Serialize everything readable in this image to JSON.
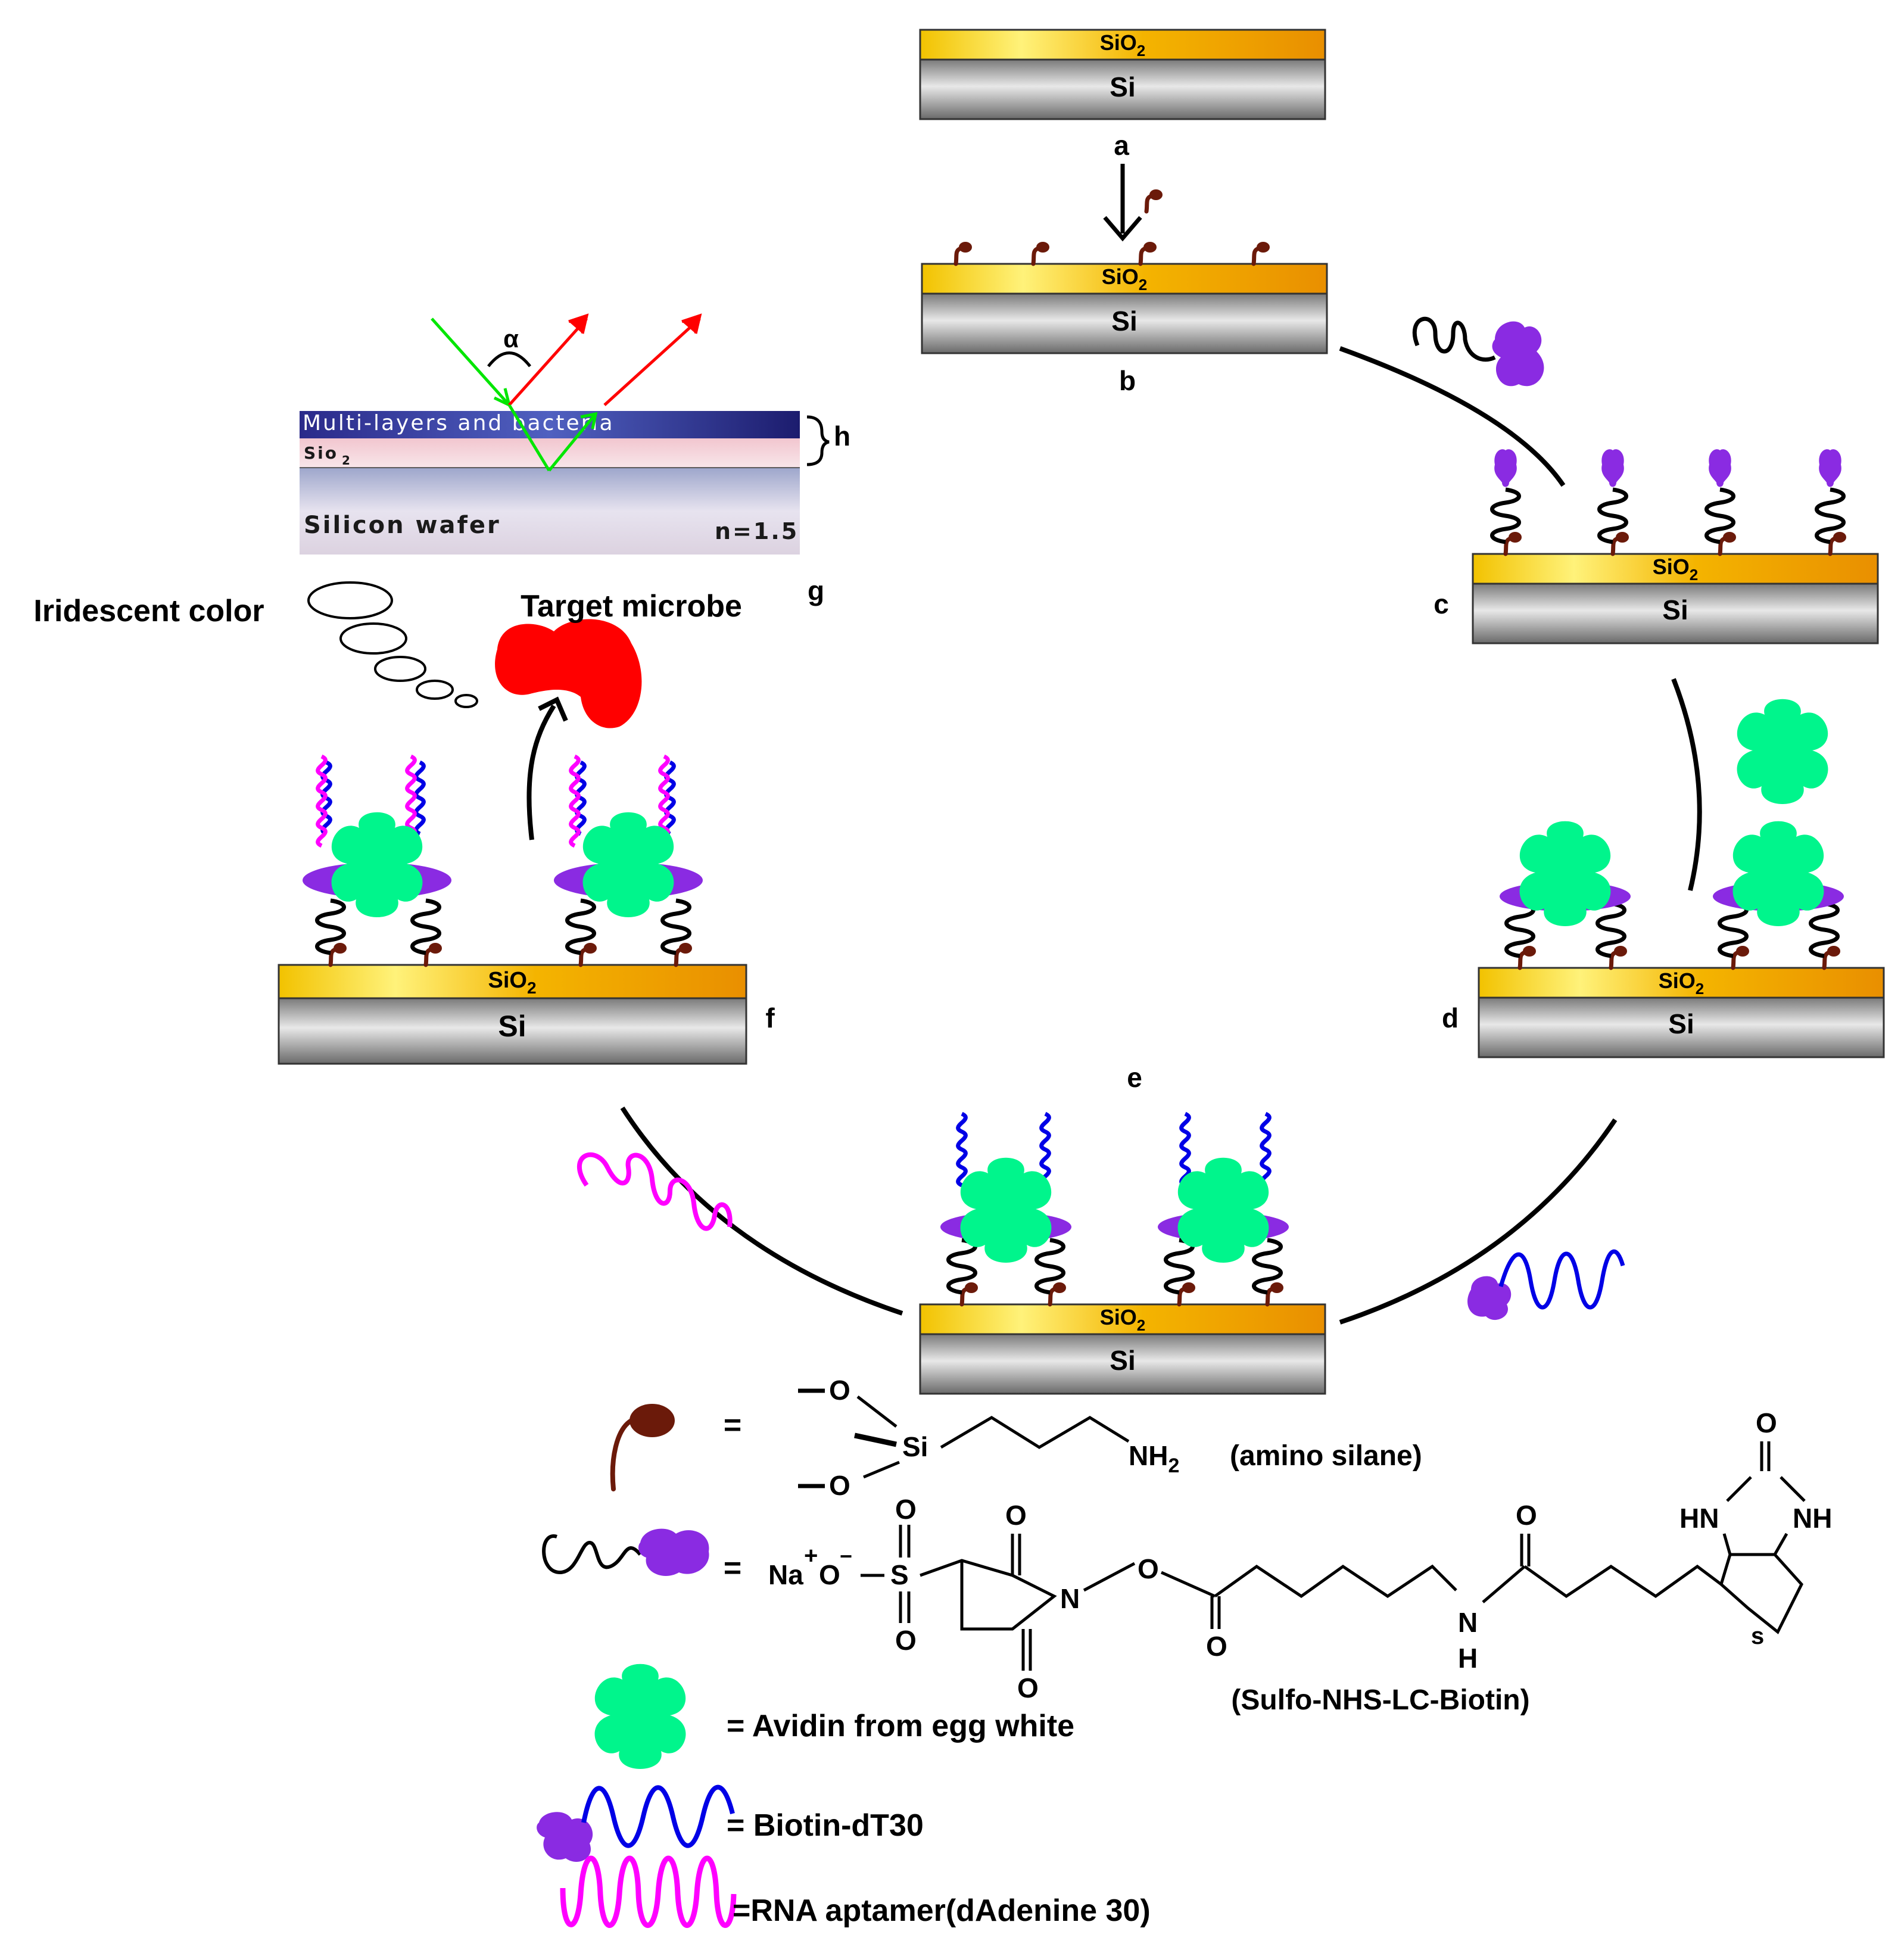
{
  "layers": {
    "oxide": "SiO",
    "oxide_sub": "2",
    "silicon": "Si"
  },
  "steps": {
    "a": "a",
    "b": "b",
    "c": "c",
    "d": "d",
    "e": "e",
    "f": "f",
    "g": "g"
  },
  "inset": {
    "top_layer": "Multi-layers and bacteria",
    "oxide": "Sio",
    "oxide_sub": "2",
    "substrate": "Silicon wafer",
    "index": "n=1.5",
    "angle": "α",
    "thickness": "h"
  },
  "callouts": {
    "iridescent": "Iridescent color",
    "target": "Target microbe"
  },
  "legend": {
    "silane_name": "(amino silane)",
    "biotin_reagent_name": "(Sulfo-NHS-LC-Biotin)",
    "avidin": "= Avidin from egg white",
    "biotin_dt30": "= Biotin-dT30",
    "aptamer": "=RNA aptamer(dAdenine 30)",
    "equals": "="
  },
  "chem": {
    "O": "O",
    "Si": "Si",
    "NH": "NH",
    "sub2": "2",
    "N": "N",
    "H": "H",
    "S": "S",
    "s_lower": "s",
    "HN": "HN",
    "Na": "Na",
    "plus": "+",
    "minus": "−"
  },
  "colors": {
    "silane": "#6b1a0a",
    "linker": "#8a2be2",
    "avidin": "#00f58c",
    "dna": "#0000e6",
    "aptamer": "#ff00ff",
    "microbe": "#ff0000",
    "incident": "#00e600",
    "reflected": "#ff0000"
  }
}
